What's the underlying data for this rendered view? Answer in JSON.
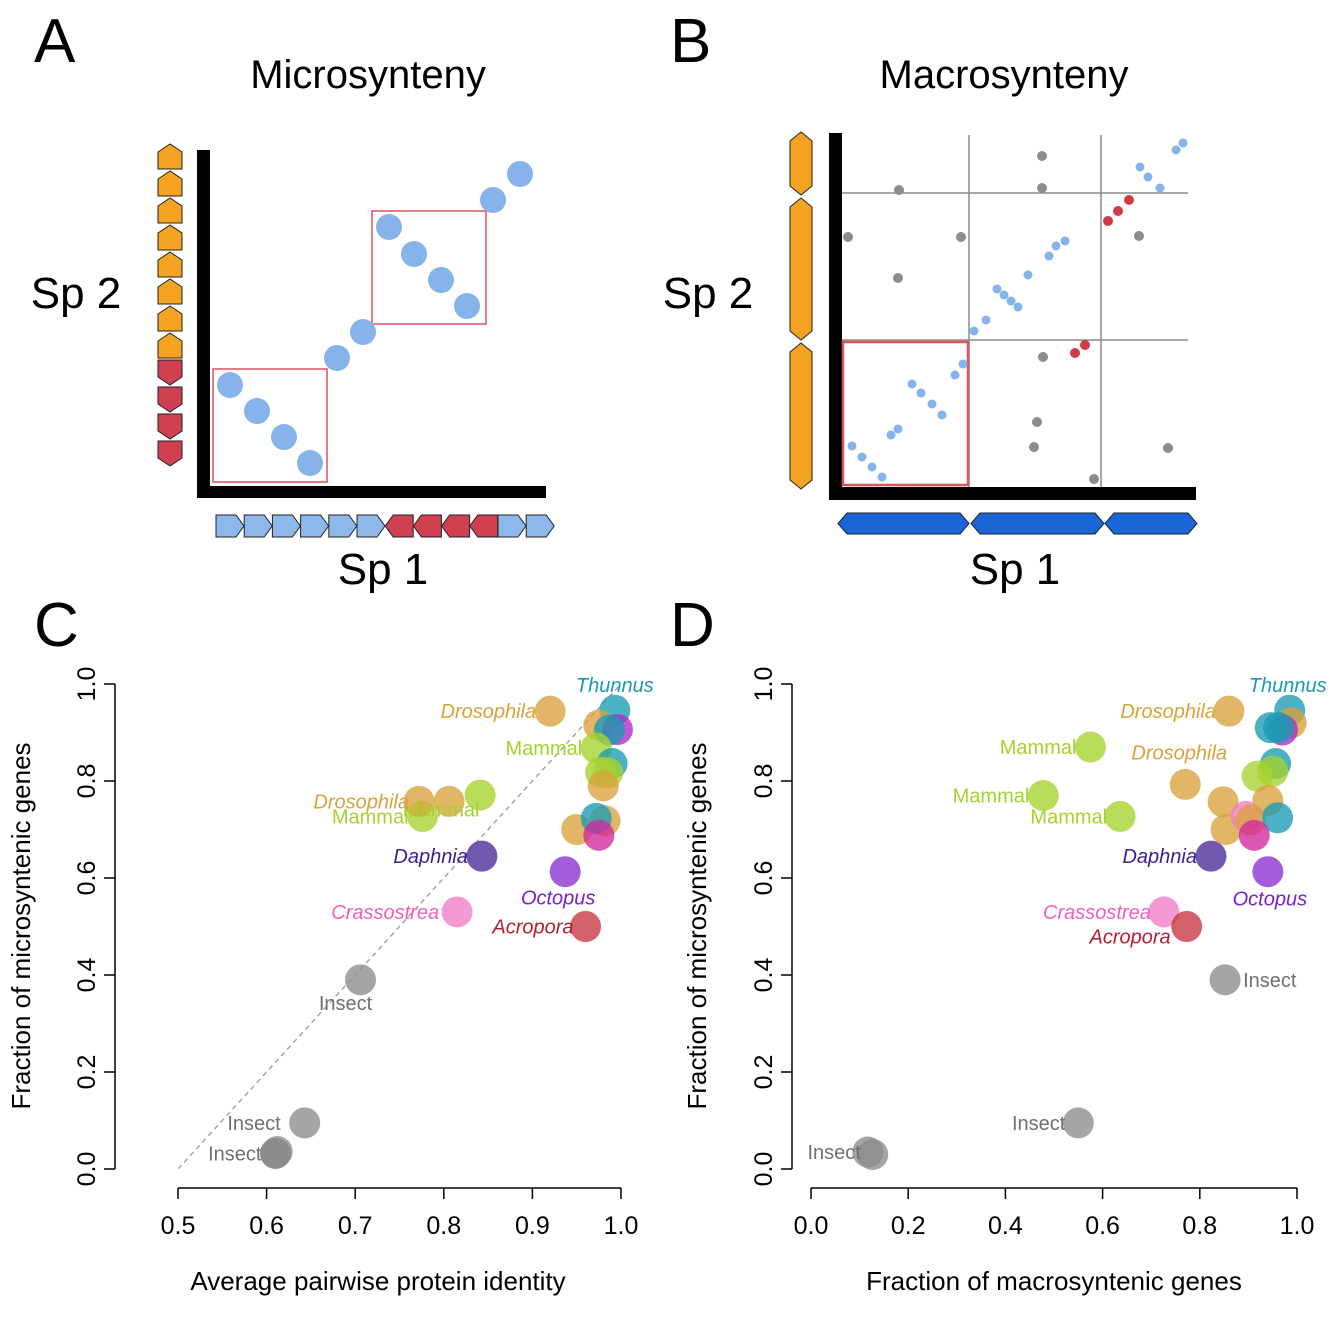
{
  "colors": {
    "gene_blue": "#8db8ec",
    "gene_red": "#d04050",
    "gene_orange": "#f5a323",
    "chrom_blue": "#1a66d6",
    "dot_blue": "#85b3ea",
    "dot_red": "#d43a45",
    "dot_grey": "#8c8c8c",
    "box_red": "#d9545b"
  },
  "panels": {
    "a": {
      "letter": "A",
      "title": "Microsynteny",
      "sp_y": "Sp 2",
      "sp_x": "Sp 1"
    },
    "b": {
      "letter": "B",
      "title": "Macrosynteny",
      "sp_y": "Sp 2",
      "sp_x": "Sp 1"
    },
    "c": {
      "letter": "C"
    },
    "d": {
      "letter": "D"
    }
  },
  "chart_data": [
    {
      "panel": "C",
      "type": "scatter",
      "xlabel": "Average pairwise protein identity",
      "ylabel": "Fraction of microsyntenic genes",
      "xlim": [
        0.5,
        1.0
      ],
      "ylim": [
        0.0,
        1.0
      ],
      "xticks": [
        "0.5",
        "0.6",
        "0.7",
        "0.8",
        "0.9",
        "1.0"
      ],
      "yticks": [
        "0.0",
        "0.2",
        "0.4",
        "0.6",
        "0.8",
        "1.0"
      ],
      "reference_line": {
        "from": [
          0.5,
          0.0
        ],
        "to": [
          1.0,
          1.0
        ],
        "style": "dashed"
      },
      "points": [
        {
          "x": 0.61,
          "y": 0.032,
          "color": "#707070"
        },
        {
          "x": 0.612,
          "y": 0.036,
          "color": "#8c8c8c"
        },
        {
          "x": 0.643,
          "y": 0.095,
          "color": "#8c8c8c"
        },
        {
          "x": 0.706,
          "y": 0.39,
          "color": "#8c8c8c"
        },
        {
          "x": 0.815,
          "y": 0.53,
          "color": "#f17ccb"
        },
        {
          "x": 0.843,
          "y": 0.645,
          "color": "#4a2a9a"
        },
        {
          "x": 0.96,
          "y": 0.5,
          "color": "#c8333f"
        },
        {
          "x": 0.937,
          "y": 0.613,
          "color": "#8a2fd0"
        },
        {
          "x": 0.776,
          "y": 0.727,
          "color": "#a5d22d"
        },
        {
          "x": 0.772,
          "y": 0.758,
          "color": "#d9a23c"
        },
        {
          "x": 0.806,
          "y": 0.758,
          "color": "#d9a23c"
        },
        {
          "x": 0.841,
          "y": 0.771,
          "color": "#a5d22d"
        },
        {
          "x": 0.92,
          "y": 0.944,
          "color": "#d9a23c"
        },
        {
          "x": 0.993,
          "y": 0.946,
          "color": "#1a9bb3"
        },
        {
          "x": 0.975,
          "y": 0.915,
          "color": "#d9a23c"
        },
        {
          "x": 0.996,
          "y": 0.906,
          "color": "#b228c8"
        },
        {
          "x": 0.987,
          "y": 0.905,
          "color": "#1a9bb3"
        },
        {
          "x": 0.972,
          "y": 0.868,
          "color": "#a5d22d"
        },
        {
          "x": 0.99,
          "y": 0.836,
          "color": "#1a9bb3"
        },
        {
          "x": 0.977,
          "y": 0.818,
          "color": "#a5d22d"
        },
        {
          "x": 0.985,
          "y": 0.817,
          "color": "#a5d22d"
        },
        {
          "x": 0.98,
          "y": 0.79,
          "color": "#d9a23c"
        },
        {
          "x": 0.95,
          "y": 0.7,
          "color": "#d9a23c"
        },
        {
          "x": 0.982,
          "y": 0.718,
          "color": "#d9a23c"
        },
        {
          "x": 0.972,
          "y": 0.723,
          "color": "#1a9bb3"
        },
        {
          "x": 0.975,
          "y": 0.688,
          "color": "#d1289b"
        }
      ],
      "annotations": [
        {
          "text": "Thunnus",
          "x": 0.993,
          "y": 0.946,
          "dx": 0,
          "dy": -18,
          "anchor": "middle",
          "color": "#1a9bb3",
          "italic": true
        },
        {
          "text": "Drosophila",
          "x": 0.92,
          "y": 0.944,
          "dx": -14,
          "dy": 7,
          "anchor": "end",
          "color": "#d9a23c",
          "italic": true
        },
        {
          "text": "Mammal",
          "x": 0.972,
          "y": 0.868,
          "dx": -14,
          "dy": 7,
          "anchor": "end",
          "color": "#a5d22d",
          "italic": false
        },
        {
          "text": "Mammal",
          "x": 0.806,
          "y": 0.758,
          "dx": -8,
          "dy": 15,
          "anchor": "middle",
          "color": "#a5d22d",
          "italic": false
        },
        {
          "text": "Drosophila",
          "x": 0.772,
          "y": 0.758,
          "dx": -10,
          "dy": 7,
          "anchor": "end",
          "color": "#d9a23c",
          "italic": true
        },
        {
          "text": "Mammal",
          "x": 0.776,
          "y": 0.727,
          "dx": -14,
          "dy": 7,
          "anchor": "end",
          "color": "#a5d22d",
          "italic": false
        },
        {
          "text": "Daphnia",
          "x": 0.843,
          "y": 0.645,
          "dx": -14,
          "dy": 7,
          "anchor": "end",
          "color": "#3a1f8f",
          "italic": true
        },
        {
          "text": "Octopus",
          "x": 0.937,
          "y": 0.613,
          "dx": -7,
          "dy": 33,
          "anchor": "middle",
          "color": "#7a22c7",
          "italic": true
        },
        {
          "text": "Crassostrea",
          "x": 0.815,
          "y": 0.53,
          "dx": -18,
          "dy": 7,
          "anchor": "end",
          "color": "#ee5fbd",
          "italic": true
        },
        {
          "text": "Acropora",
          "x": 0.96,
          "y": 0.5,
          "dx": -12,
          "dy": 7,
          "anchor": "end",
          "color": "#b51f2f",
          "italic": true
        },
        {
          "text": "Insect",
          "x": 0.706,
          "y": 0.39,
          "dx": -15,
          "dy": 30,
          "anchor": "middle",
          "color": "#707070",
          "italic": false
        },
        {
          "text": "Insect",
          "x": 0.643,
          "y": 0.095,
          "dx": -24,
          "dy": 7,
          "anchor": "end",
          "color": "#707070",
          "italic": false
        },
        {
          "text": "Insect",
          "x": 0.61,
          "y": 0.032,
          "dx": -14,
          "dy": 7,
          "anchor": "end",
          "color": "#707070",
          "italic": false
        }
      ]
    },
    {
      "panel": "D",
      "type": "scatter",
      "xlabel": "Fraction of macrosyntenic genes",
      "ylabel": "Fraction of microsyntenic genes",
      "xlim": [
        0.0,
        1.0
      ],
      "ylim": [
        0.0,
        1.0
      ],
      "xticks": [
        "0.0",
        "0.2",
        "0.4",
        "0.6",
        "0.8",
        "1.0"
      ],
      "yticks": [
        "0.0",
        "0.2",
        "0.4",
        "0.6",
        "0.8",
        "1.0"
      ],
      "points": [
        {
          "x": 0.117,
          "y": 0.035,
          "color": "#8c8c8c"
        },
        {
          "x": 0.127,
          "y": 0.03,
          "color": "#8c8c8c"
        },
        {
          "x": 0.55,
          "y": 0.095,
          "color": "#8c8c8c"
        },
        {
          "x": 0.852,
          "y": 0.39,
          "color": "#8c8c8c"
        },
        {
          "x": 0.726,
          "y": 0.53,
          "color": "#f17ccb"
        },
        {
          "x": 0.773,
          "y": 0.5,
          "color": "#c8333f"
        },
        {
          "x": 0.823,
          "y": 0.645,
          "color": "#4a2a9a"
        },
        {
          "x": 0.94,
          "y": 0.613,
          "color": "#8a2fd0"
        },
        {
          "x": 0.478,
          "y": 0.77,
          "color": "#a5d22d"
        },
        {
          "x": 0.575,
          "y": 0.87,
          "color": "#a5d22d"
        },
        {
          "x": 0.636,
          "y": 0.727,
          "color": "#a5d22d"
        },
        {
          "x": 0.77,
          "y": 0.793,
          "color": "#d9a23c"
        },
        {
          "x": 0.86,
          "y": 0.944,
          "color": "#d9a23c"
        },
        {
          "x": 0.985,
          "y": 0.946,
          "color": "#1a9bb3"
        },
        {
          "x": 0.988,
          "y": 0.92,
          "color": "#d9a23c"
        },
        {
          "x": 0.97,
          "y": 0.905,
          "color": "#b228c8"
        },
        {
          "x": 0.945,
          "y": 0.91,
          "color": "#1a9bb3"
        },
        {
          "x": 0.962,
          "y": 0.91,
          "color": "#1a9bb3"
        },
        {
          "x": 0.956,
          "y": 0.836,
          "color": "#1a9bb3"
        },
        {
          "x": 0.95,
          "y": 0.82,
          "color": "#a5d22d"
        },
        {
          "x": 0.918,
          "y": 0.81,
          "color": "#a5d22d"
        },
        {
          "x": 0.848,
          "y": 0.757,
          "color": "#d9a23c"
        },
        {
          "x": 0.854,
          "y": 0.7,
          "color": "#d9a23c"
        },
        {
          "x": 0.94,
          "y": 0.76,
          "color": "#d9a23c"
        },
        {
          "x": 0.895,
          "y": 0.727,
          "color": "#f17ccb"
        },
        {
          "x": 0.905,
          "y": 0.72,
          "color": "#d9a23c"
        },
        {
          "x": 0.96,
          "y": 0.724,
          "color": "#1a9bb3"
        },
        {
          "x": 0.912,
          "y": 0.688,
          "color": "#d1289b"
        }
      ],
      "annotations": [
        {
          "text": "Thunnus",
          "x": 0.985,
          "y": 0.946,
          "dx": -2,
          "dy": -18,
          "anchor": "middle",
          "color": "#1a9bb3",
          "italic": true
        },
        {
          "text": "Drosophila",
          "x": 0.86,
          "y": 0.944,
          "dx": -13,
          "dy": 7,
          "anchor": "end",
          "color": "#d9a23c",
          "italic": true
        },
        {
          "text": "Mammal",
          "x": 0.575,
          "y": 0.87,
          "dx": -14,
          "dy": 7,
          "anchor": "end",
          "color": "#a5d22d",
          "italic": false
        },
        {
          "text": "Drosophila",
          "x": 0.77,
          "y": 0.793,
          "dx": -6,
          "dy": -25,
          "anchor": "middle",
          "color": "#d9a23c",
          "italic": true
        },
        {
          "text": "Mammal",
          "x": 0.478,
          "y": 0.77,
          "dx": -14,
          "dy": 7,
          "anchor": "end",
          "color": "#a5d22d",
          "italic": false
        },
        {
          "text": "Mammal",
          "x": 0.636,
          "y": 0.727,
          "dx": -13,
          "dy": 7,
          "anchor": "end",
          "color": "#a5d22d",
          "italic": false
        },
        {
          "text": "Daphnia",
          "x": 0.823,
          "y": 0.645,
          "dx": -14,
          "dy": 7,
          "anchor": "end",
          "color": "#3a1f8f",
          "italic": true
        },
        {
          "text": "Octopus",
          "x": 0.94,
          "y": 0.613,
          "dx": 2,
          "dy": 34,
          "anchor": "middle",
          "color": "#7a22c7",
          "italic": true
        },
        {
          "text": "Crassostrea",
          "x": 0.726,
          "y": 0.53,
          "dx": -13,
          "dy": 7,
          "anchor": "end",
          "color": "#ee5fbd",
          "italic": true
        },
        {
          "text": "Acropora",
          "x": 0.773,
          "y": 0.5,
          "dx": -16,
          "dy": 17,
          "anchor": "end",
          "color": "#b51f2f",
          "italic": true
        },
        {
          "text": "Insect",
          "x": 0.852,
          "y": 0.39,
          "dx": 18,
          "dy": 7,
          "anchor": "start",
          "color": "#707070",
          "italic": false
        },
        {
          "text": "Insect",
          "x": 0.55,
          "y": 0.095,
          "dx": -13,
          "dy": 7,
          "anchor": "end",
          "color": "#707070",
          "italic": false
        },
        {
          "text": "Insect",
          "x": 0.117,
          "y": 0.035,
          "dx": -7,
          "dy": 7,
          "anchor": "end",
          "color": "#707070",
          "italic": false
        }
      ]
    }
  ]
}
